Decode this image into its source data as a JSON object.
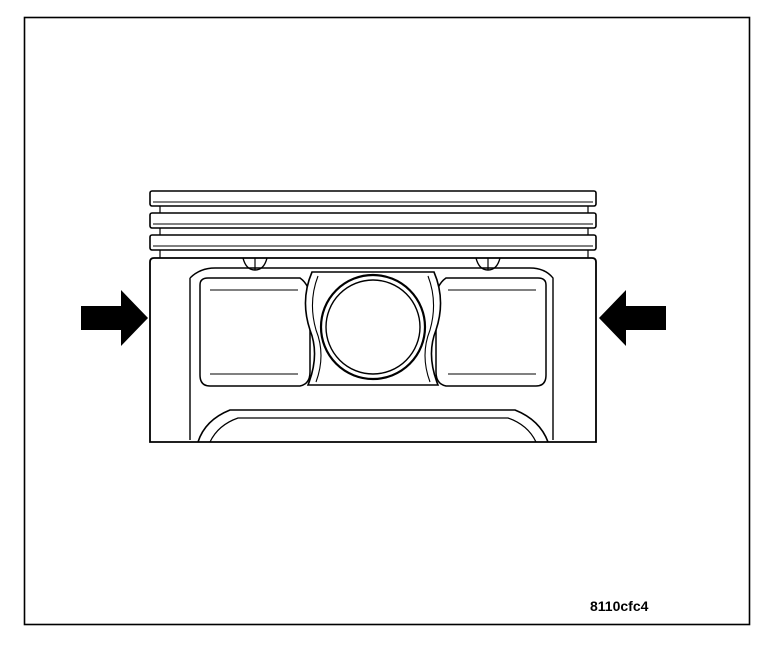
{
  "figure": {
    "code": "8110cfc4",
    "subject": "piston-side-view",
    "arrows": [
      "arrow-left-pointing-right",
      "arrow-right-pointing-left"
    ]
  },
  "colors": {
    "ink": "#000000",
    "paper": "#ffffff"
  }
}
